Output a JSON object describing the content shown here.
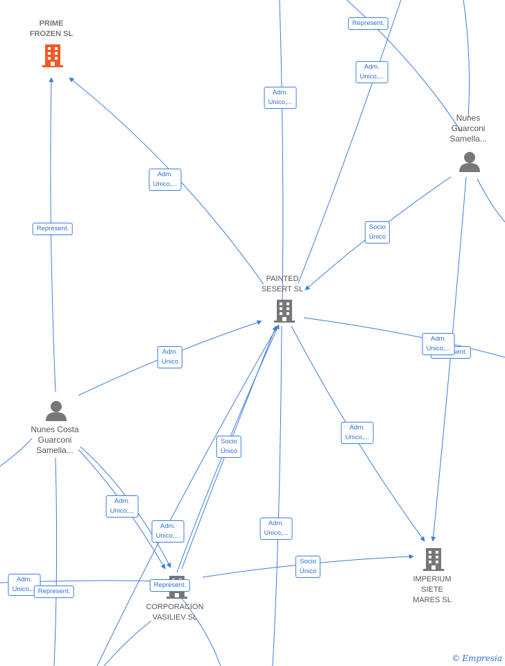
{
  "colors": {
    "edge": "#3b7dd8",
    "company_icon": "#777777",
    "highlight_company_icon": "#f05a28",
    "person_icon": "#777777"
  },
  "nodes": {
    "prime_frozen": {
      "line1": "PRIME",
      "line2": "FROZEN SL"
    },
    "painted_sesert": {
      "line1": "PAINTED",
      "line2": "SESERT SL"
    },
    "imperium": {
      "line1": "IMPERIUM",
      "line2": "SIETE",
      "line3": "MARES SL"
    },
    "corporacion": {
      "line1": "CORPORACION",
      "line2": "VASILIEV SL"
    },
    "nunes_guarconi": {
      "line1": "Nunes",
      "line2": "Guarconi",
      "line3": "Samella..."
    },
    "nunes_costa": {
      "line1": "Nunes Costa",
      "line2": "Guarconi",
      "line3": "Samella..."
    }
  },
  "edge_labels": [
    {
      "line1": "Represent.",
      "line2": ""
    },
    {
      "line1": "Adm.",
      "line2": "Unico,..."
    },
    {
      "line1": "Adm.",
      "line2": "Unico,..."
    },
    {
      "line1": "Adm.",
      "line2": "Unico,..."
    },
    {
      "line1": "Represent.",
      "line2": ""
    },
    {
      "line1": "Socio",
      "line2": "Único"
    },
    {
      "line1": "Adm.",
      "line2": "Unico"
    },
    {
      "line1": "Represent.",
      "line2": ""
    },
    {
      "line1": "Adm.",
      "line2": "Unico,..."
    },
    {
      "line1": "Socio",
      "line2": "Único"
    },
    {
      "line1": "Adm.",
      "line2": "Unico,..."
    },
    {
      "line1": "Adm.",
      "line2": "Unico,..."
    },
    {
      "line1": "Adm.",
      "line2": "Unico,..."
    },
    {
      "line1": "Adm.",
      "line2": "Unico,..."
    },
    {
      "line1": "Socio",
      "line2": "Único"
    },
    {
      "line1": "Adm.",
      "line2": "Unico,..."
    },
    {
      "line1": "Represent.",
      "line2": ""
    },
    {
      "line1": "Represent.",
      "line2": ""
    }
  ],
  "brand": {
    "symbol": "©",
    "name": "Empresia"
  }
}
